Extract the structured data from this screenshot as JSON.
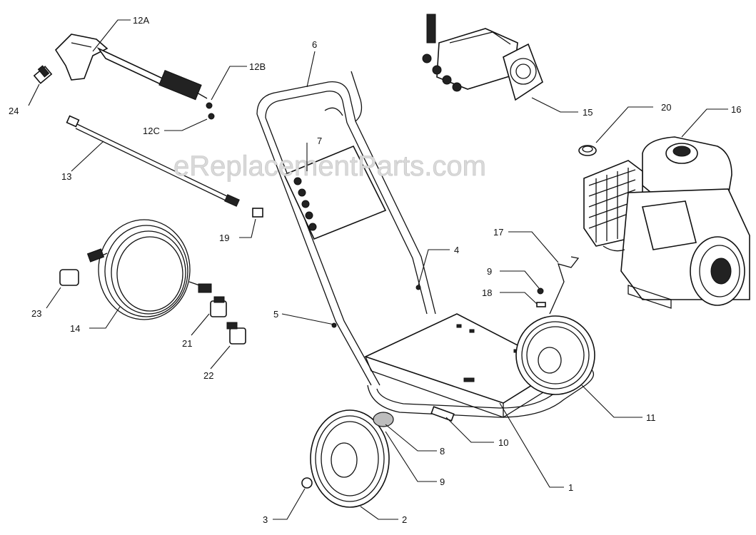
{
  "watermark": "eReplacementParts.com",
  "callouts": {
    "c12a": "12A",
    "c12b": "12B",
    "c12c": "12C",
    "c24": "24",
    "c13": "13",
    "c19": "19",
    "c6": "6",
    "c7": "7",
    "c15": "15",
    "c20": "20",
    "c16": "16",
    "c14": "14",
    "c23": "23",
    "c21": "21",
    "c22": "22",
    "c5": "5",
    "c4": "4",
    "c17": "17",
    "c9a": "9",
    "c18": "18",
    "c11": "11",
    "c10": "10",
    "c8": "8",
    "c9b": "9",
    "c1": "1",
    "c3": "3",
    "c2": "2"
  }
}
